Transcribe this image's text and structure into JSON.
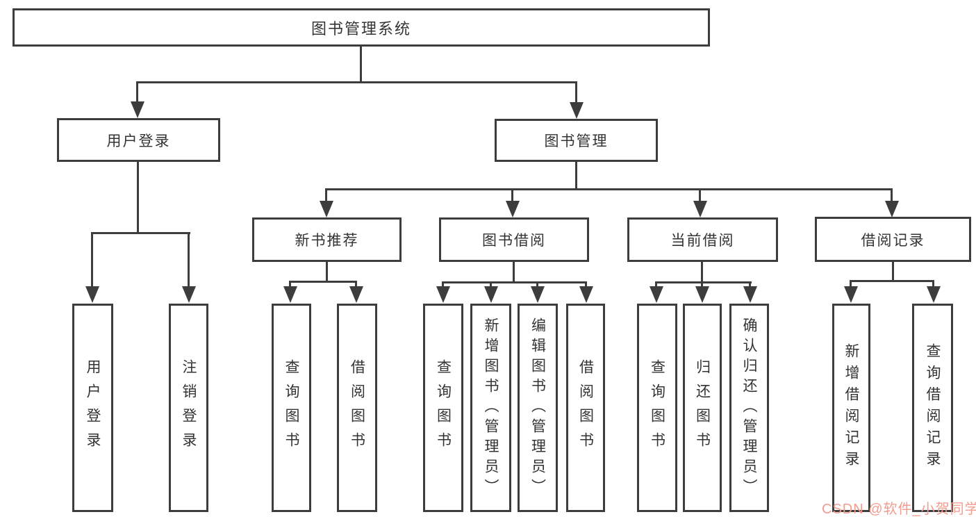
{
  "diagram": {
    "root": {
      "label": "图书管理系统"
    },
    "branches": [
      {
        "label": "用户登录",
        "children": [
          {
            "label": "用户登录"
          },
          {
            "label": "注销登录"
          }
        ]
      },
      {
        "label": "图书管理",
        "children": [
          {
            "label": "新书推荐",
            "children": [
              {
                "label": "查询图书"
              },
              {
                "label": "借阅图书"
              }
            ]
          },
          {
            "label": "图书借阅",
            "children": [
              {
                "label": "查询图书"
              },
              {
                "label": "新增图书（管理员）"
              },
              {
                "label": "编辑图书（管理员）"
              },
              {
                "label": "借阅图书"
              }
            ]
          },
          {
            "label": "当前借阅",
            "children": [
              {
                "label": "查询图书"
              },
              {
                "label": "归还图书"
              },
              {
                "label": "确认归还（管理员）"
              }
            ]
          },
          {
            "label": "借阅记录",
            "children": [
              {
                "label": "新增借阅记录"
              },
              {
                "label": "查询借阅记录"
              }
            ]
          }
        ]
      }
    ]
  },
  "watermark": {
    "text": "CSDN @软件_小贺同学"
  },
  "colors": {
    "line": "#3d3d3d",
    "text": "#333333",
    "watermark": "#f49c90",
    "bg": "#ffffff"
  }
}
